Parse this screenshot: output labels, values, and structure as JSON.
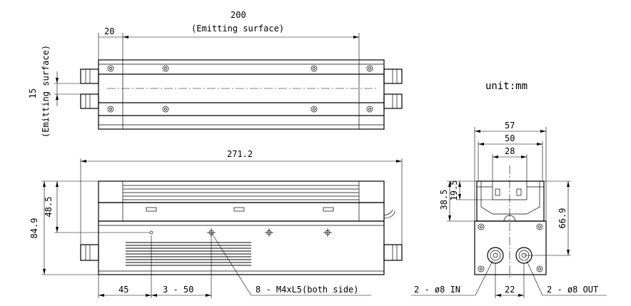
{
  "unit_label": "unit:mm",
  "top_view": {
    "dim_length": "200",
    "dim_length_note": "(Emitting surface)",
    "dim_end": "20",
    "dim_width": "15",
    "dim_width_note": "(Emitting surface)"
  },
  "front_view": {
    "dim_total_length": "271.2",
    "dim_total_height": "84.9",
    "dim_upper_height": "48.5",
    "dim_first_hole": "45",
    "dim_hole_pitch": "3 - 50",
    "callout_holes": "8 - M4xL5(both side)"
  },
  "side_view": {
    "dim_outer_width": "57",
    "dim_mid_width": "50",
    "dim_inner_width": "28",
    "dim_height": "66.9",
    "dim_38_5": "38.5",
    "dim_19_5": "19.5",
    "dim_port_pitch": "22",
    "callout_in": "2 - ø8 IN",
    "callout_out": "2 - ø8 OUT"
  }
}
